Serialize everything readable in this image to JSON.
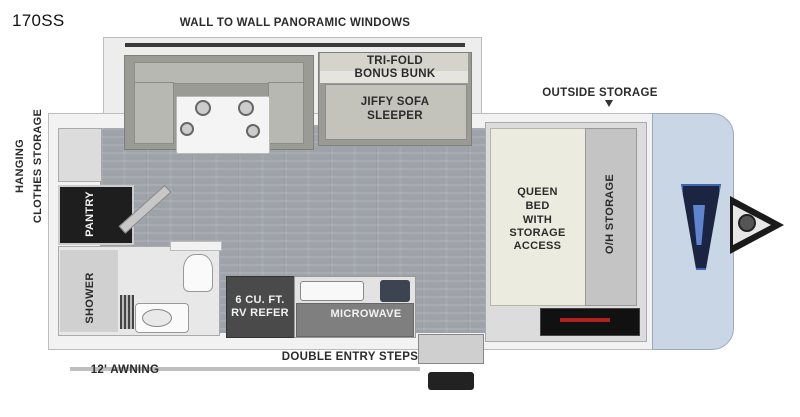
{
  "model": {
    "name": "170SS"
  },
  "labels": {
    "wall_windows": "WALL TO WALL PANORAMIC WINDOWS",
    "tri_fold_line1": "TRI-FOLD",
    "tri_fold_line2": "BONUS BUNK",
    "jiffy_line1": "JIFFY SOFA",
    "jiffy_line2": "SLEEPER",
    "outside_storage": "OUTSIDE STORAGE",
    "hanging_line1": "HANGING",
    "hanging_line2": "CLOTHES STORAGE",
    "pantry": "PANTRY",
    "shower": "SHOWER",
    "refer_line1": "6 CU. FT.",
    "refer_line2": "RV REFER",
    "microwave": "MICROWAVE",
    "queen_line1": "QUEEN",
    "queen_line2": "BED",
    "queen_line3": "WITH",
    "queen_line4": "STORAGE",
    "queen_line5": "ACCESS",
    "oh_storage": "O/H STORAGE",
    "double_entry": "DOUBLE ENTRY STEPS",
    "awning": "12' AWNING"
  },
  "icons": [
    "arrow-down-icon",
    "fsx-logo-icon",
    "hitch-icon",
    "stove-burner-icon",
    "sink-icon",
    "toilet-icon"
  ],
  "colors": {
    "floor": "#9ea3a9",
    "wall": "#f2f2f2",
    "nose": "#c9d6e6",
    "text": "#2b2b2b"
  }
}
